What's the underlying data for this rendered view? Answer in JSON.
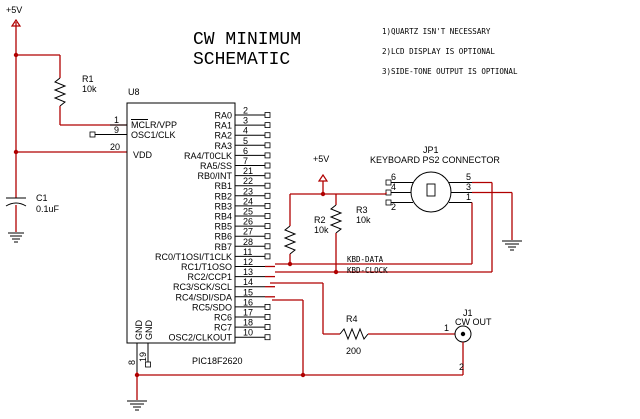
{
  "title": {
    "line1": "CW MINIMUM",
    "line2": "SCHEMATIC"
  },
  "notes": [
    "1)QUARTZ ISN'T NECESSARY",
    "2)LCD DISPLAY IS OPTIONAL",
    "3)SIDE-TONE OUTPUT IS OPTIONAL"
  ],
  "power": {
    "top_left": "+5V",
    "mid": "+5V"
  },
  "r1": {
    "name": "R1",
    "value": "10k"
  },
  "c1": {
    "name": "C1",
    "value": "0.1uF"
  },
  "r2": {
    "name": "R2",
    "value": "10k"
  },
  "r3": {
    "name": "R3",
    "value": "10k"
  },
  "r4": {
    "name": "R4",
    "value": "200"
  },
  "u8": {
    "name": "U8",
    "part": "PIC18F2620",
    "left_pins": [
      {
        "num": "1",
        "label": "MCLR/VPP"
      },
      {
        "num": "9",
        "label": "OSC1/CLK"
      },
      {
        "num": "20",
        "label": "VDD"
      }
    ],
    "gnd_pins": [
      {
        "num": "8",
        "label": "GND"
      },
      {
        "num": "19",
        "label": "GND"
      }
    ],
    "right_pins": [
      {
        "num": "2",
        "label": "RA0"
      },
      {
        "num": "3",
        "label": "RA1"
      },
      {
        "num": "4",
        "label": "RA2"
      },
      {
        "num": "5",
        "label": "RA3"
      },
      {
        "num": "6",
        "label": "RA4/T0CLK"
      },
      {
        "num": "7",
        "label": "RA5/SS"
      },
      {
        "num": "21",
        "label": "RB0/INT"
      },
      {
        "num": "22",
        "label": "RB1"
      },
      {
        "num": "23",
        "label": "RB2"
      },
      {
        "num": "24",
        "label": "RB3"
      },
      {
        "num": "25",
        "label": "RB4"
      },
      {
        "num": "26",
        "label": "RB5"
      },
      {
        "num": "27",
        "label": "RB6"
      },
      {
        "num": "28",
        "label": "RB7"
      },
      {
        "num": "11",
        "label": "RC0/T1OSI/T1CLK"
      },
      {
        "num": "12",
        "label": "RC1/T1OSO"
      },
      {
        "num": "13",
        "label": "RC2/CCP1"
      },
      {
        "num": "14",
        "label": "RC3/SCK/SCL"
      },
      {
        "num": "15",
        "label": "RC4/SDI/SDA"
      },
      {
        "num": "16",
        "label": "RC5/SDO"
      },
      {
        "num": "17",
        "label": "RC6"
      },
      {
        "num": "18",
        "label": "RC7"
      },
      {
        "num": "10",
        "label": "OSC2/CLKOUT"
      }
    ]
  },
  "jp1": {
    "name": "JP1",
    "desc": "KEYBOARD PS2 CONNECTOR",
    "pins": [
      "6",
      "4",
      "2",
      "5",
      "3",
      "1"
    ]
  },
  "nets": {
    "kbd_data": "KBD-DATA",
    "kbd_clock": "KBD-CLOCK"
  },
  "j1": {
    "name": "J1",
    "desc": "CW OUT",
    "pin1": "1",
    "pin2": "2"
  }
}
